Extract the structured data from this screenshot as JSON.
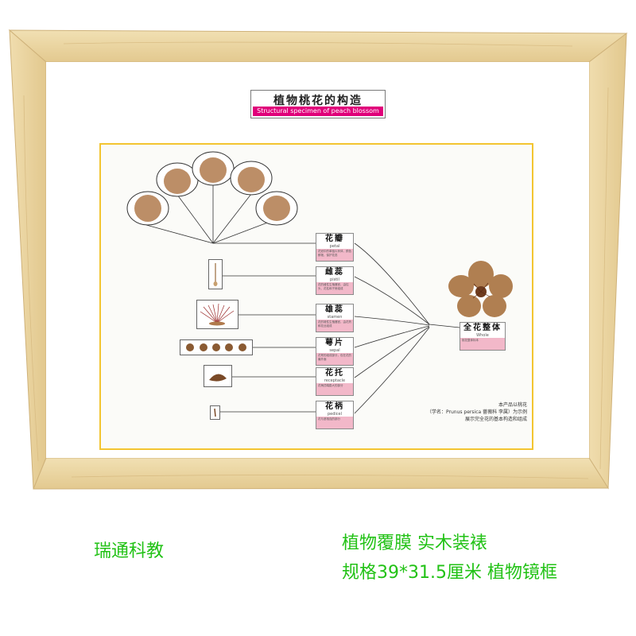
{
  "chart": {
    "title_cn": "植物桃花的构造",
    "title_en": "Structural specimen of peach blossom"
  },
  "parts": [
    {
      "name": "花瓣",
      "en": "petal",
      "desc": "花冠中的单独片状体，颜色鲜艳，保护花蕊"
    },
    {
      "name": "雌蕊",
      "en": "pistil",
      "desc": "花的雌性生殖器官，由柱头、花柱和子房组成"
    },
    {
      "name": "雄蕊",
      "en": "stamen",
      "desc": "花的雄性生殖器官，由花药和花丝组成"
    },
    {
      "name": "萼片",
      "en": "sepal",
      "desc": "花萼的组成部分，包在花的最外面"
    },
    {
      "name": "花托",
      "en": "receptacle",
      "desc": "花柄顶端膨大的部分"
    },
    {
      "name": "花柄",
      "en": "pedicel",
      "desc": "花与茎相连的部分"
    }
  ],
  "whole": {
    "name": "全花整体",
    "en": "Whole",
    "desc": "桃花整体标本"
  },
  "note": {
    "line1": "本产品以桃花",
    "line2": "（学名：Prunus persica 蔷薇科 李属）为示例",
    "line3": "展示完全花的基本构造和组成"
  },
  "caption": {
    "brand": "瑞通科教",
    "spec_line1": "植物覆膜 实木装裱",
    "spec_line2": "规格39*31.5厘米 植物镜框"
  },
  "colors": {
    "frame_wood": "#e9d49f",
    "board_border": "#f3c531",
    "title_band": "#e0007a",
    "desc_band": "#f2b8c9",
    "specimen": "#b07a4c",
    "caption_green": "#22c216"
  }
}
